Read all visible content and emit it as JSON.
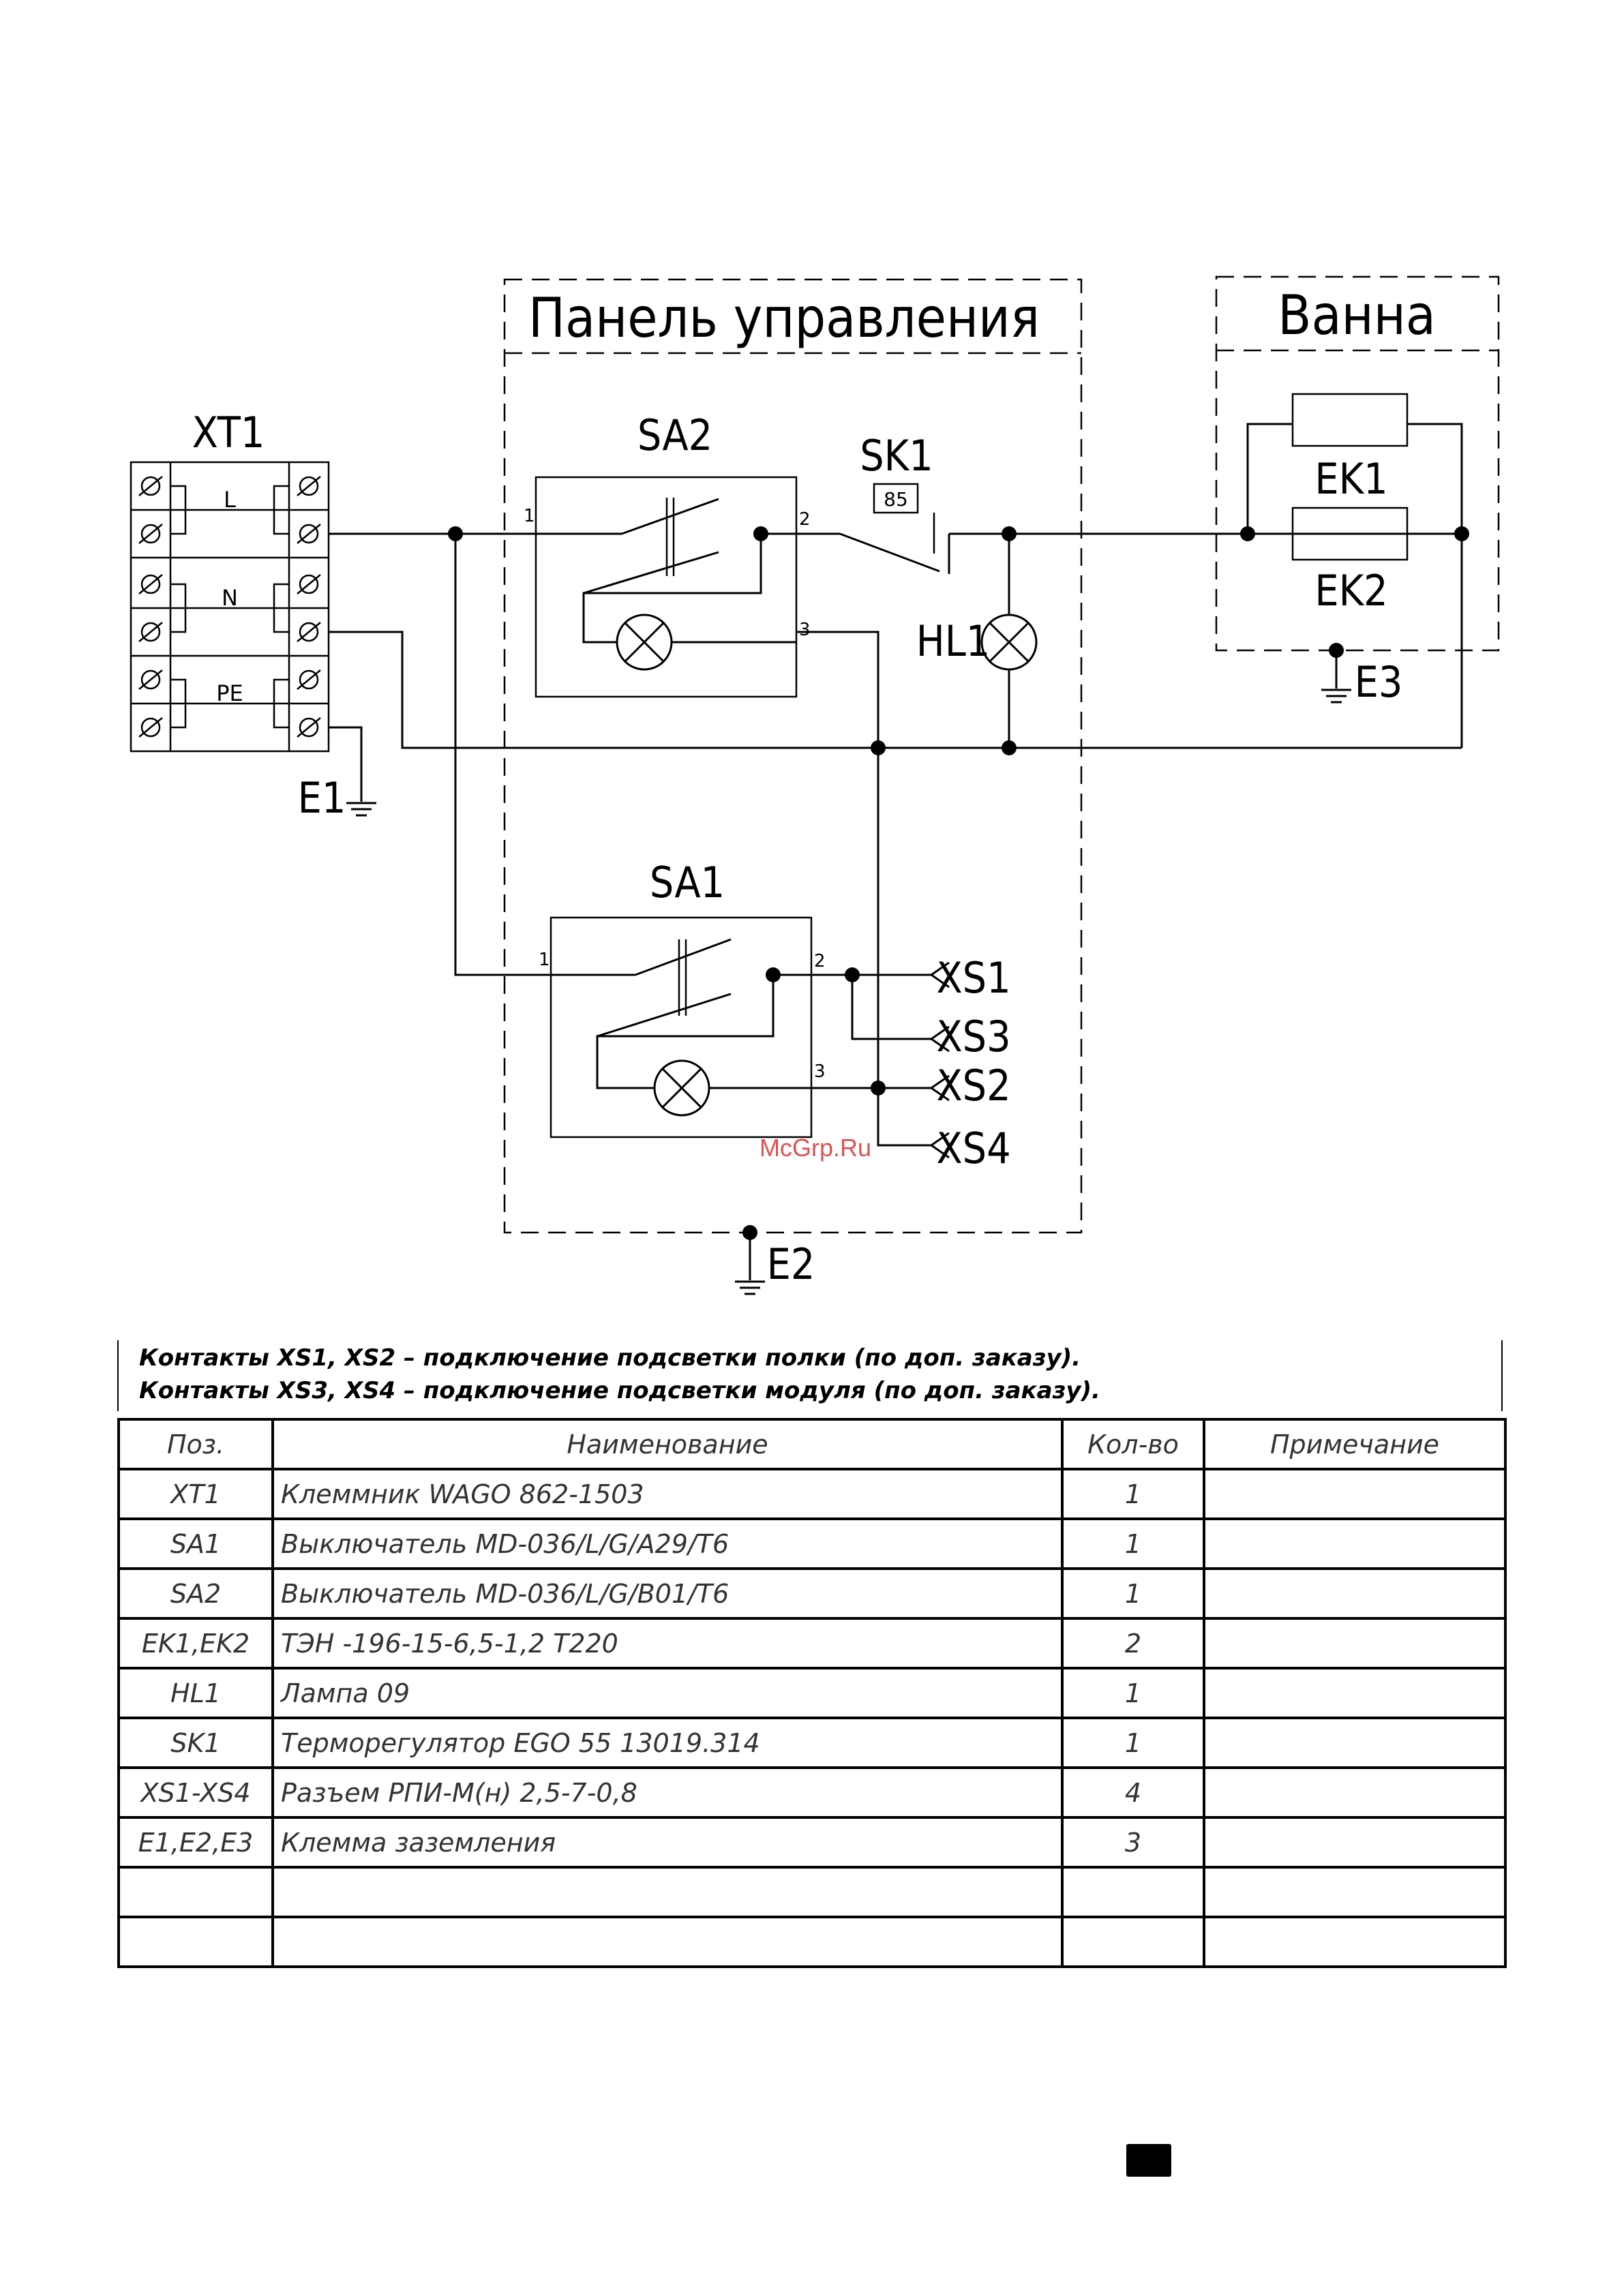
{
  "diagram": {
    "zones": {
      "panel": "Панель управления",
      "bath": "Ванна"
    },
    "components": {
      "xt1": "XT1",
      "sa2": "SA2",
      "sa1": "SA1",
      "sk1": "SK1",
      "sk1_value": "85",
      "hl1": "HL1",
      "ek1": "EK1",
      "ek2": "EK2",
      "e1": "E1",
      "e2": "E2",
      "e3": "E3",
      "xs1": "XS1",
      "xs2": "XS2",
      "xs3": "XS3",
      "xs4": "XS4"
    },
    "terminals": {
      "l": "L",
      "n": "N",
      "pe": "PE"
    },
    "pins": {
      "p1": "1",
      "p2": "2",
      "p3": "3"
    }
  },
  "watermark": "McGrp.Ru",
  "notes": [
    "Контакты XS1, XS2 – подключение подсветки полки (по доп. заказу).",
    "Контакты XS3, XS4 – подключение подсветки модуля (по доп. заказу)."
  ],
  "table": {
    "headers": [
      "Поз.",
      "Наименование",
      "Кол-во",
      "Примечание"
    ],
    "rows": [
      [
        "XT1",
        "Клеммник WAGO 862-1503",
        "1",
        ""
      ],
      [
        "SA1",
        "Выключатель MD-036/L/G/A29/T6",
        "1",
        ""
      ],
      [
        "SA2",
        "Выключатель MD-036/L/G/B01/T6",
        "1",
        ""
      ],
      [
        "EK1,EK2",
        "ТЭН -196-15-6,5-1,2 Т220",
        "2",
        ""
      ],
      [
        "HL1",
        "Лампа  09",
        "1",
        ""
      ],
      [
        "SK1",
        "Терморегулятор EGO 55 13019.314",
        "1",
        ""
      ],
      [
        "XS1-XS4",
        "Разъем РПИ-М(н) 2,5-7-0,8",
        "4",
        ""
      ],
      [
        "E1,E2,E3",
        "Клемма заземления",
        "3",
        ""
      ],
      [
        "",
        "",
        "",
        ""
      ],
      [
        "",
        "",
        "",
        ""
      ]
    ]
  }
}
